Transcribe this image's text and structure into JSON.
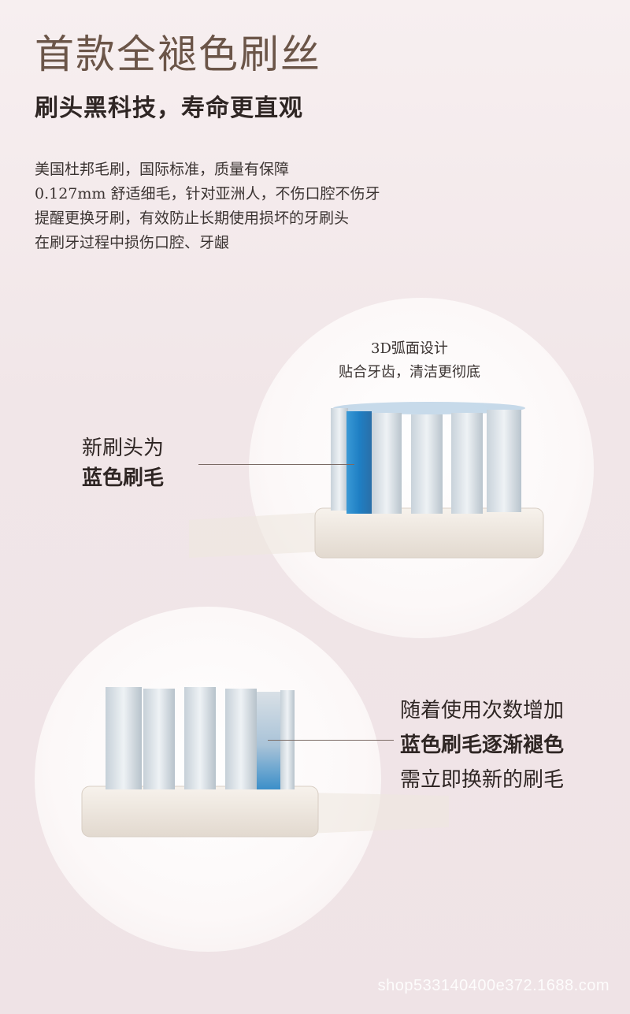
{
  "header": {
    "title": "首款全褪色刷丝",
    "subtitle": "刷头黑科技，寿命更直观"
  },
  "description": [
    "美国杜邦毛刷，国际标准，质量有保障",
    "0.127mm 舒适细毛，针对亚洲人，不伤口腔不伤牙",
    "提醒更换牙刷，有效防止长期使用损坏的牙刷头",
    "在刷牙过程中损伤口腔、牙龈"
  ],
  "feature_3d": {
    "line1": "3D弧面设计",
    "line2": "贴合牙齿，清洁更彻底"
  },
  "callout_new": {
    "line1": "新刷头为",
    "line2": "蓝色刷毛"
  },
  "callout_faded": {
    "line1": "随着使用次数增加",
    "line2": "蓝色刷毛逐渐褪色",
    "line3": "需立即换新的刷毛"
  },
  "watermark": "shop533140400e372.1688.com",
  "colors": {
    "title": "#6b5548",
    "text": "#2f2624",
    "bristle_blue": "#1f7fc4",
    "bristle_white": "#dfe6ec",
    "brush_base": "#f2ece4"
  }
}
